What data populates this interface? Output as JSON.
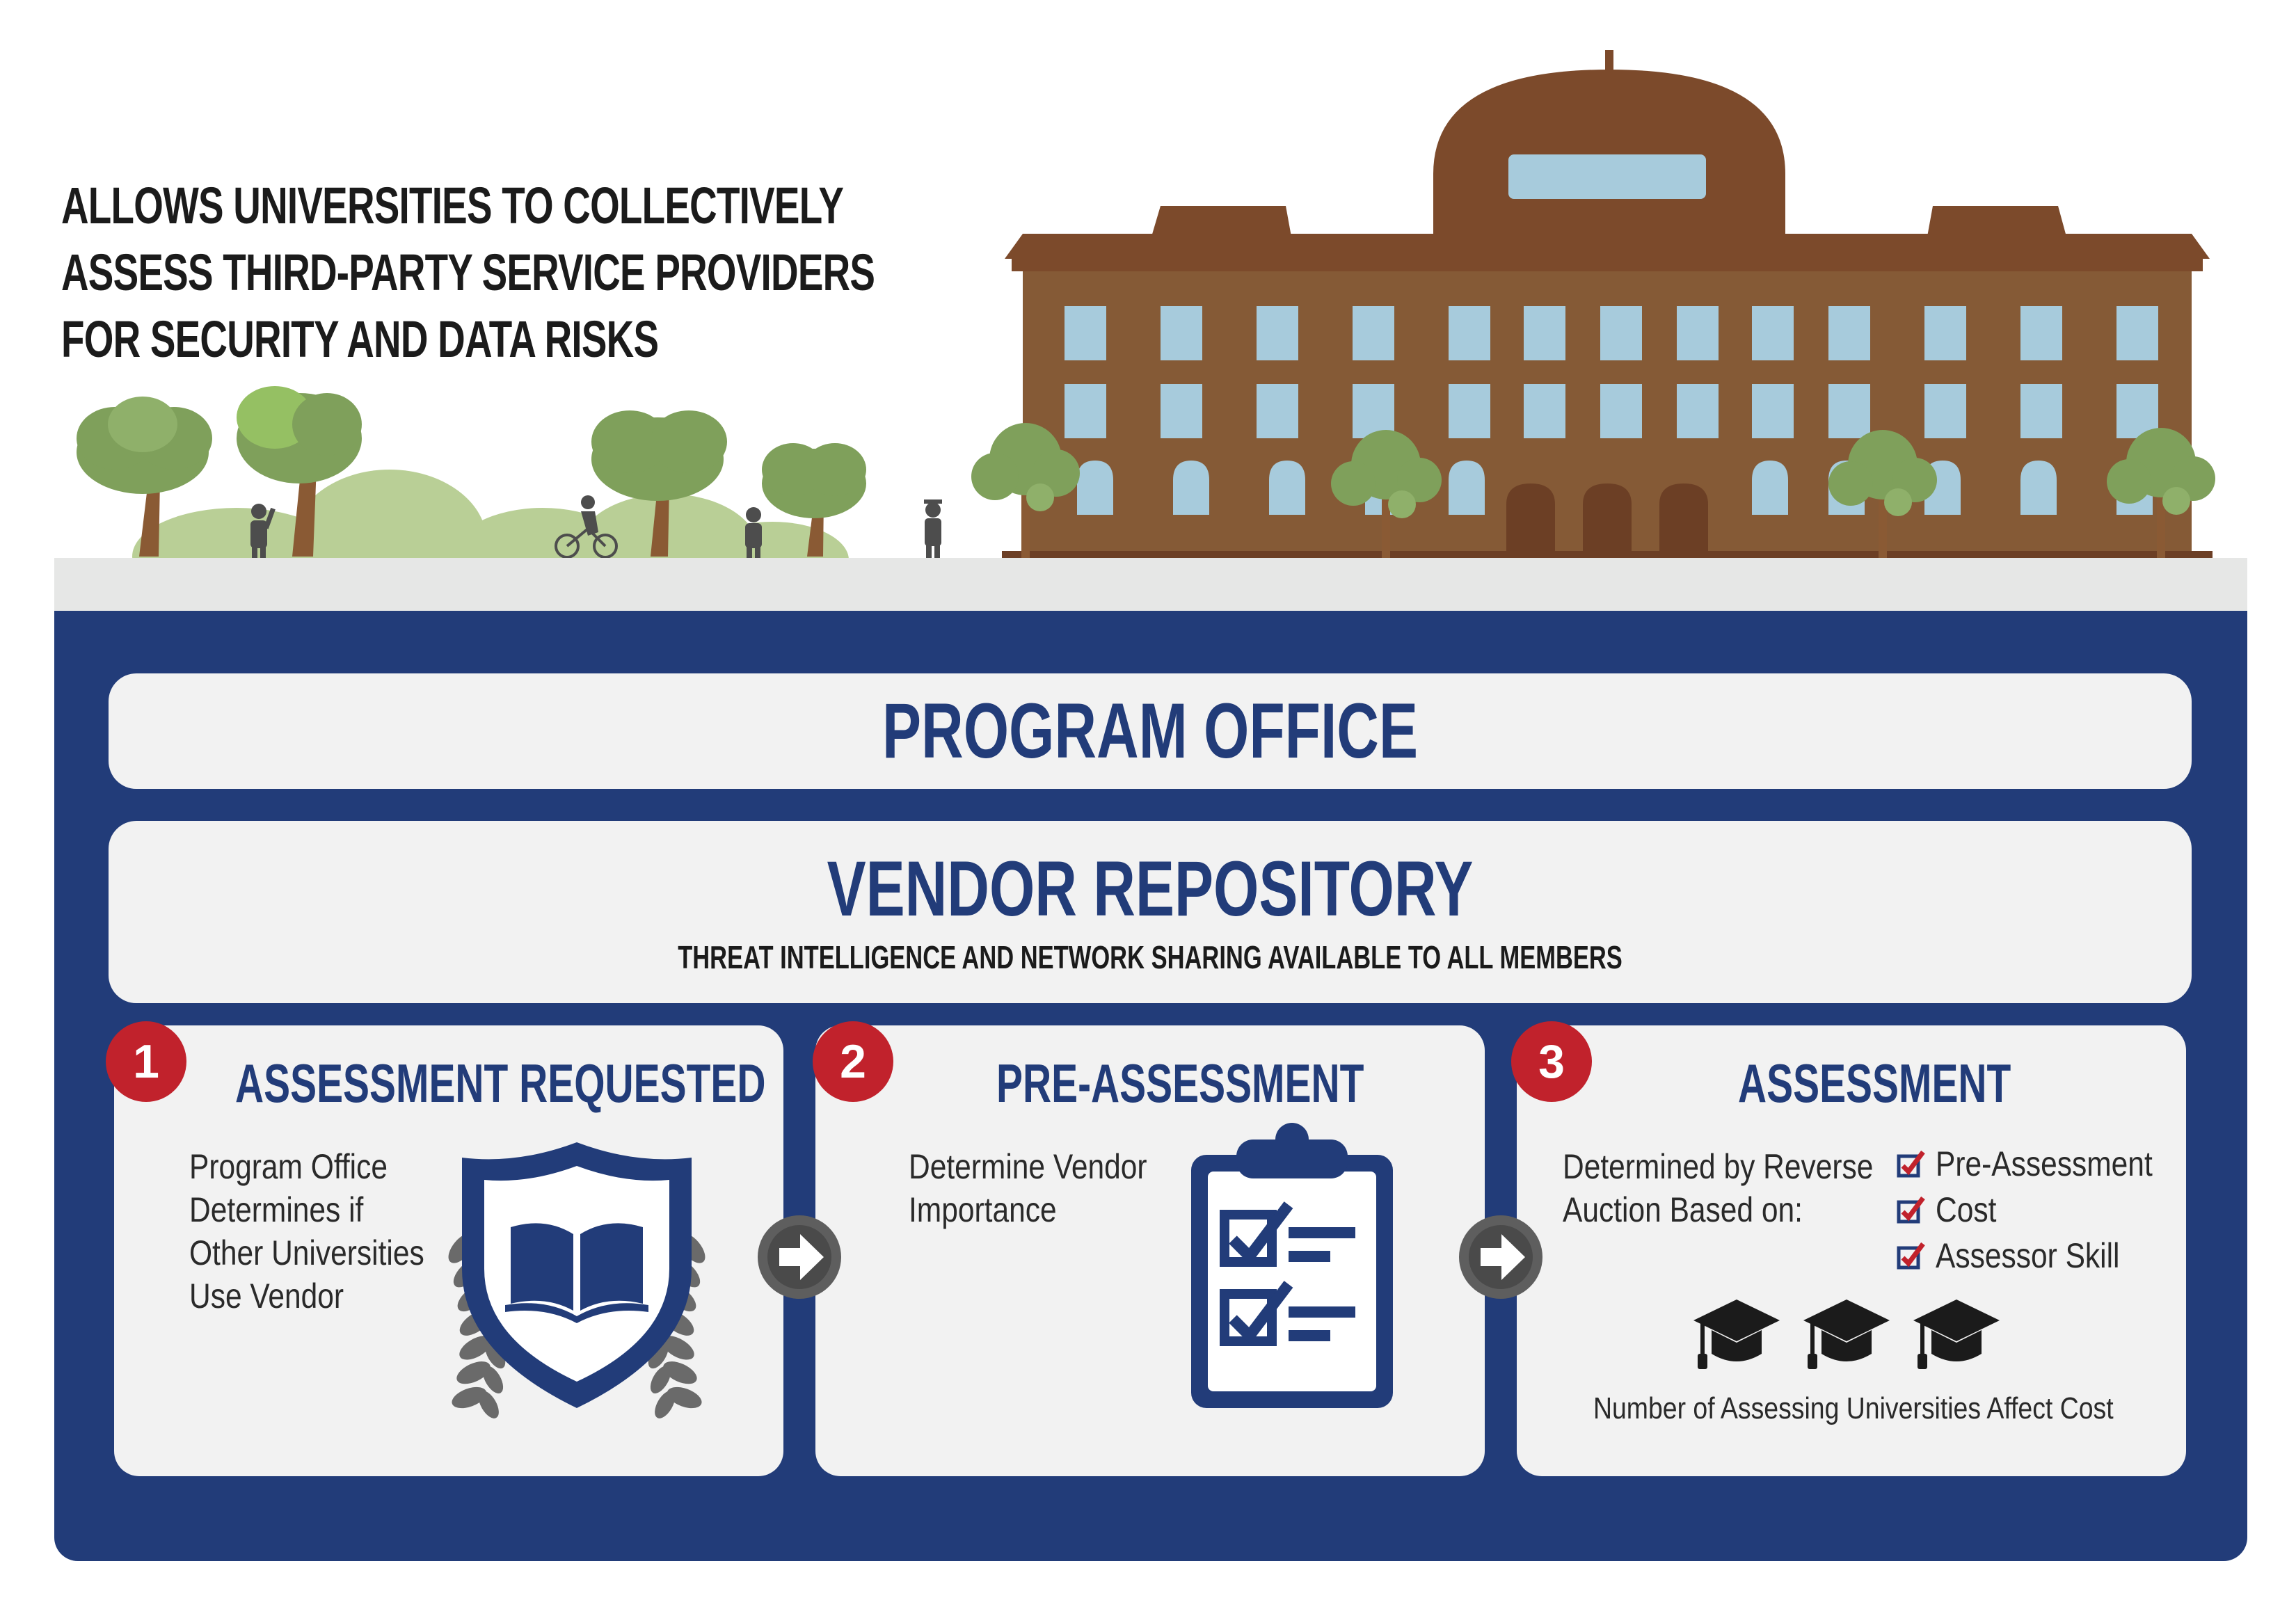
{
  "headline": [
    "ALLOWS UNIVERSITIES TO COLLECTIVELY",
    "ASSESS THIRD-PARTY SERVICE PROVIDERS",
    "FOR SECURITY AND DATA RISKS"
  ],
  "program_office": {
    "title": "PROGRAM OFFICE"
  },
  "vendor_repository": {
    "title": "VENDOR REPOSITORY",
    "subtitle": "THREAT INTELLIGENCE AND NETWORK SHARING AVAILABLE TO ALL MEMBERS"
  },
  "steps": [
    {
      "number": "1",
      "title": "ASSESSMENT REQUESTED",
      "text": [
        "Program Office",
        "Determines if",
        "Other Universities",
        "Use Vendor"
      ]
    },
    {
      "number": "2",
      "title": "PRE-ASSESSMENT",
      "text": [
        "Determine Vendor",
        "Importance"
      ]
    },
    {
      "number": "3",
      "title": "ASSESSMENT",
      "text": [
        "Determined by Reverse",
        "Auction Based on:"
      ],
      "checklist": [
        "Pre-Assessment",
        "Cost",
        "Assessor Skill"
      ],
      "footnote": "Number of Assessing Universities Affect Cost"
    }
  ],
  "colors": {
    "navy": "#223c79",
    "red": "#c1222c",
    "brick": "#7c4a2b",
    "window": "#a7cbdc",
    "tree": "#7fa05b",
    "hill": "#b8cf95",
    "ground": "#e6e7e6"
  },
  "icons": [
    "shield-book-icon",
    "laurel-icon",
    "clipboard-checklist-icon",
    "arrow-right-icon",
    "graduation-cap-icon",
    "checkbox-icon"
  ]
}
